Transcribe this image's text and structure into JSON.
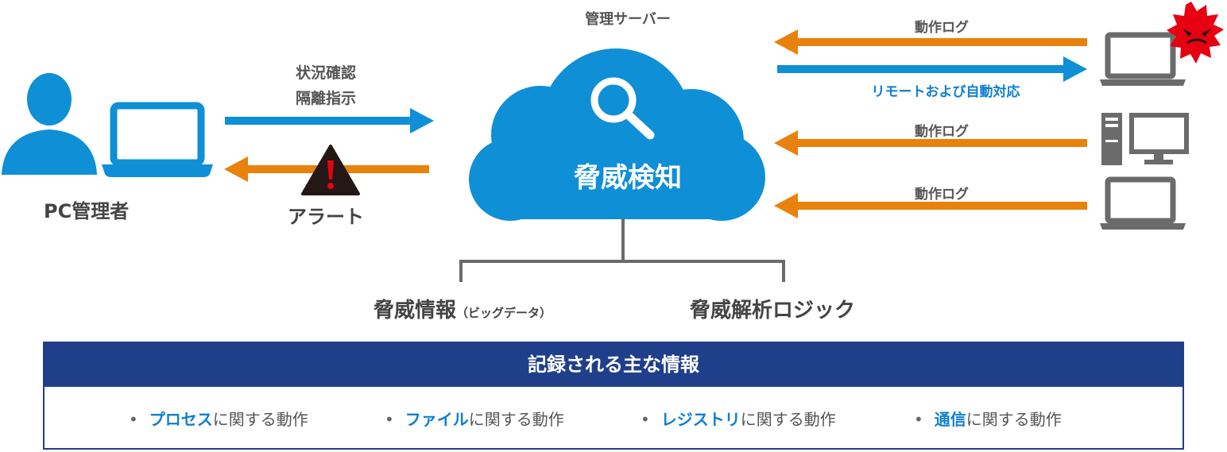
{
  "server_label": "管理サーバー",
  "cloud_label": "脅威検知",
  "admin": {
    "label": "PC管理者"
  },
  "arrow_right_lines": [
    "状況確認",
    "隔離指示"
  ],
  "alert_label": "アラート",
  "top_right": {
    "log_label": "動作ログ",
    "remote_label": "リモートおよび自動対応"
  },
  "mid_right": {
    "log_label": "動作ログ"
  },
  "bottom_right": {
    "log_label": "動作ログ"
  },
  "threat_info": {
    "main": "脅威情報",
    "sub": "（ビッグデータ）"
  },
  "threat_logic": "脅威解析ロジック",
  "panel": {
    "title": "記録される主な情報",
    "items": [
      {
        "bullet": "•",
        "highlight": "プロセス",
        "rest": "に関する動作"
      },
      {
        "bullet": "•",
        "highlight": "ファイル",
        "rest": "に関する動作"
      },
      {
        "bullet": "•",
        "highlight": "レジストリ",
        "rest": "に関する動作"
      },
      {
        "bullet": "•",
        "highlight": "通信",
        "rest": "に関する動作"
      }
    ]
  },
  "colors": {
    "blue": "#0f8fd6",
    "orange": "#e8820c",
    "navy": "#1f3f8a",
    "gray": "#6b6b6b",
    "red": "#e60012",
    "highlight": "#0f7fcf"
  },
  "icons": {
    "person": "person-icon",
    "laptop": "laptop-icon",
    "alert": "warning-triangle-icon",
    "search": "magnifier-icon",
    "virus": "virus-icon",
    "desktop": "desktop-pc-icon"
  }
}
